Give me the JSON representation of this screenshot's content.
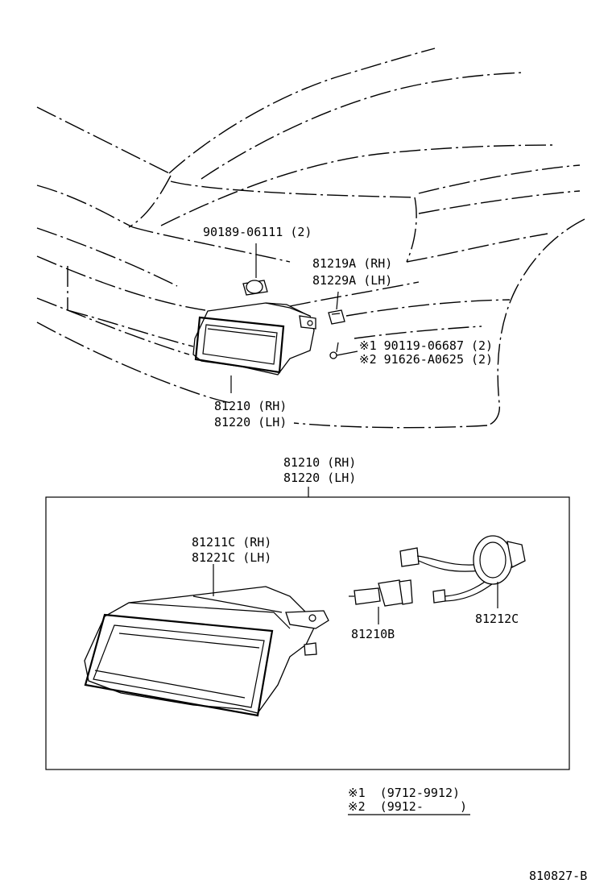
{
  "callouts": {
    "clip": "90189-06111 (2)",
    "bracket_rh": "81219A (RH)",
    "bracket_lh": "81229A (LH)",
    "screw1": "※1  90119-06687 (2)",
    "screw2": "※2  91626-A0625 (2)",
    "lamp_rh": "81210 (RH)",
    "lamp_lh": "81220 (LH)",
    "assy_rh": "81210 (RH)",
    "assy_lh": "81220 (LH)",
    "housing_rh": "81211C (RH)",
    "housing_lh": "81221C (LH)",
    "bulb": "81210B",
    "socket": "81212C"
  },
  "notes": {
    "note1": "※1  (9712-9912)",
    "note2": "※2  (9912-     )"
  },
  "diagram_id": "810827-B"
}
